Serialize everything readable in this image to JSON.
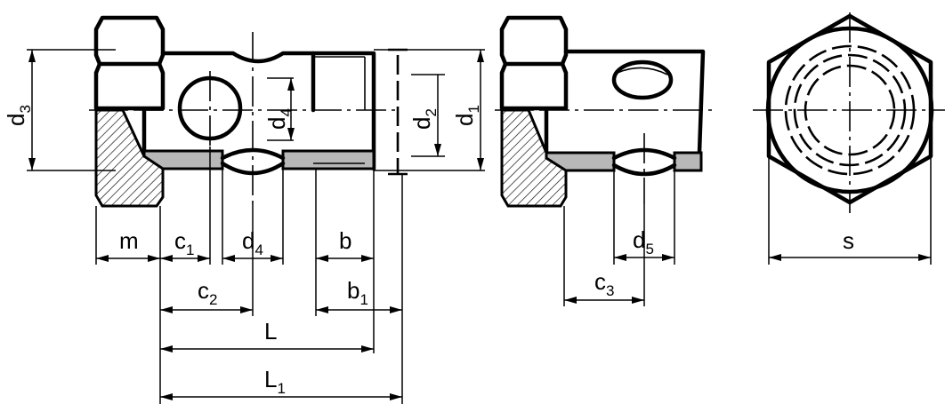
{
  "colors": {
    "line": "#000000",
    "background": "#ffffff",
    "hatch": "#000000"
  },
  "views": {
    "side_section": {
      "labels": {
        "d3": {
          "main": "d",
          "sub": "3"
        },
        "d4_vertical": {
          "main": "d",
          "sub": "4"
        },
        "d2": {
          "main": "d",
          "sub": "2"
        },
        "d1": {
          "main": "d",
          "sub": "1"
        },
        "m": {
          "main": "m",
          "sub": ""
        },
        "c1": {
          "main": "c",
          "sub": "1"
        },
        "d4": {
          "main": "d",
          "sub": "4"
        },
        "b": {
          "main": "b",
          "sub": ""
        },
        "c2": {
          "main": "c",
          "sub": "2"
        },
        "b1": {
          "main": "b",
          "sub": "1"
        },
        "L": {
          "main": "L",
          "sub": ""
        },
        "L1": {
          "main": "L",
          "sub": "1"
        }
      }
    },
    "variant_section": {
      "labels": {
        "d5": {
          "main": "d",
          "sub": "5"
        },
        "c3": {
          "main": "c",
          "sub": "3"
        }
      }
    },
    "end_view": {
      "labels": {
        "s": {
          "main": "s",
          "sub": ""
        }
      }
    }
  }
}
